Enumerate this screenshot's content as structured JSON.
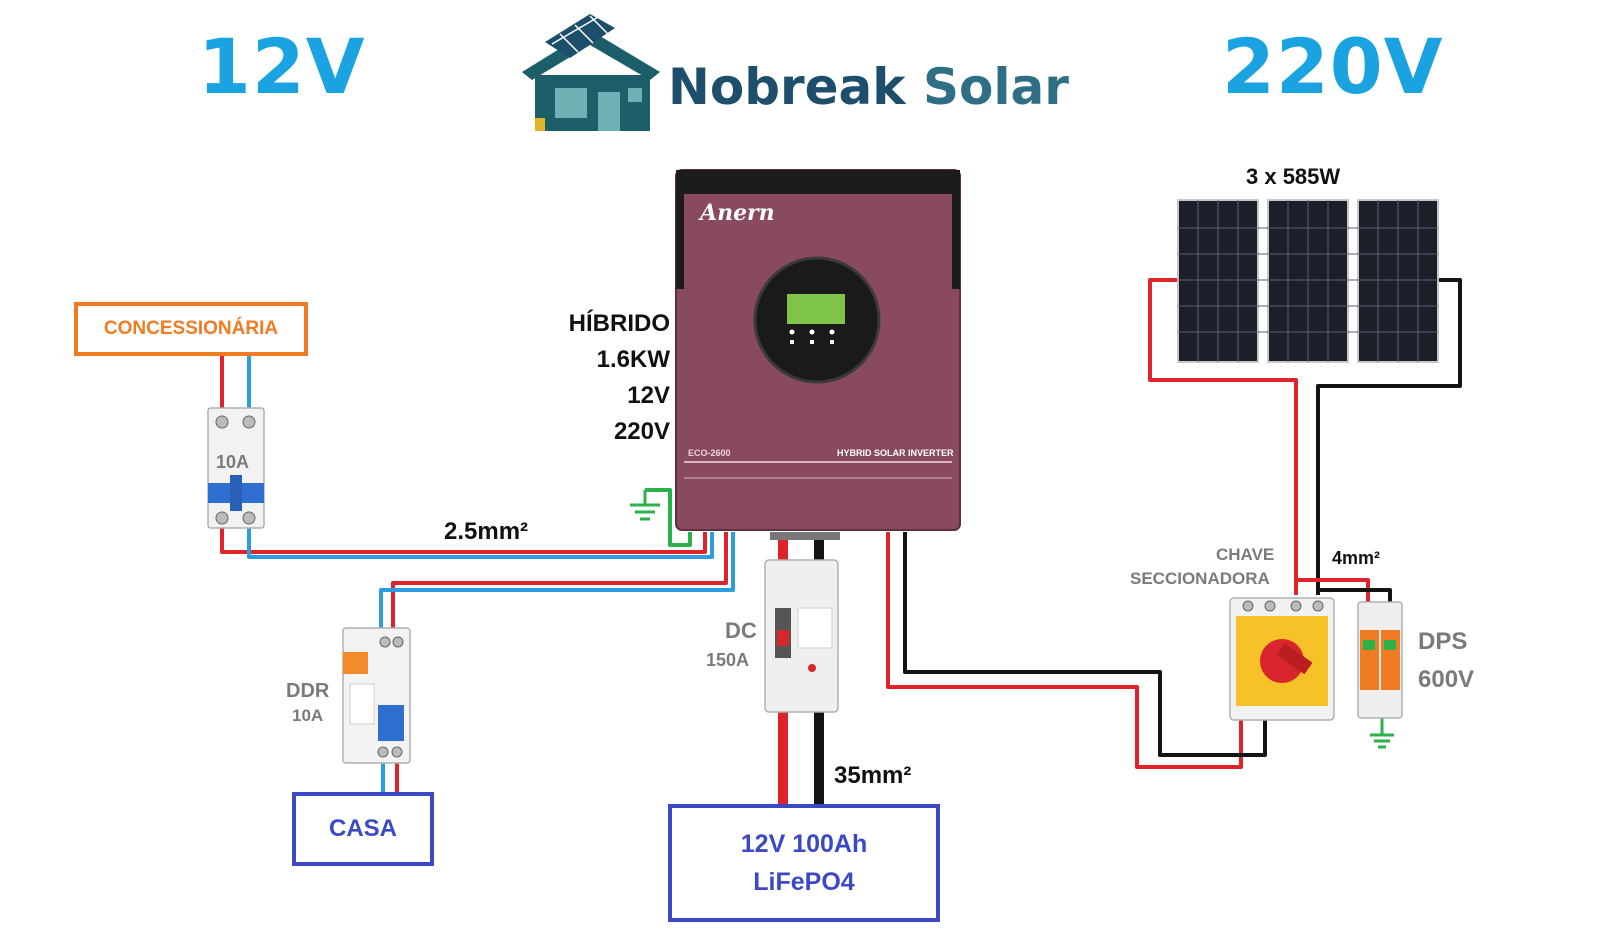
{
  "header": {
    "left_voltage": "12V",
    "brand_word1": "Nobreak",
    "brand_word2": "Solar",
    "right_voltage": "220V"
  },
  "inverter": {
    "brand": "Anern",
    "model": "ECO-2600",
    "type_label": "HYBRID SOLAR INVERTER",
    "specs": [
      "HÍBRIDO",
      "1.6KW",
      "12V",
      "220V"
    ],
    "body_color": "#8a4a5d"
  },
  "grid": {
    "label": "CONCESSIONÁRIA",
    "breaker_label": "10A",
    "wire_label": "2.5mm²"
  },
  "house": {
    "rcd_label": "DDR",
    "rcd_rating": "10A",
    "label": "CASA"
  },
  "dc": {
    "breaker_label": "DC",
    "breaker_rating": "150A",
    "cable_label": "35mm²"
  },
  "battery": {
    "line1": "12V 100Ah",
    "line2": "LiFePO4"
  },
  "solar": {
    "panels_label": "3 x 585W",
    "panel_count": 3,
    "cable_label": "4mm²",
    "switch_label_line1": "CHAVE",
    "switch_label_line2": "SECCIONADORA",
    "spd_label": "DPS",
    "spd_rating": "600V"
  },
  "colors": {
    "wire_positive": "#e0222a",
    "wire_negative": "#141414",
    "wire_neutral": "#2a9ee0",
    "wire_ground": "#2bb24a",
    "accent_blue": "#1aa3e0",
    "brand_dark": "#1d4e6b"
  }
}
